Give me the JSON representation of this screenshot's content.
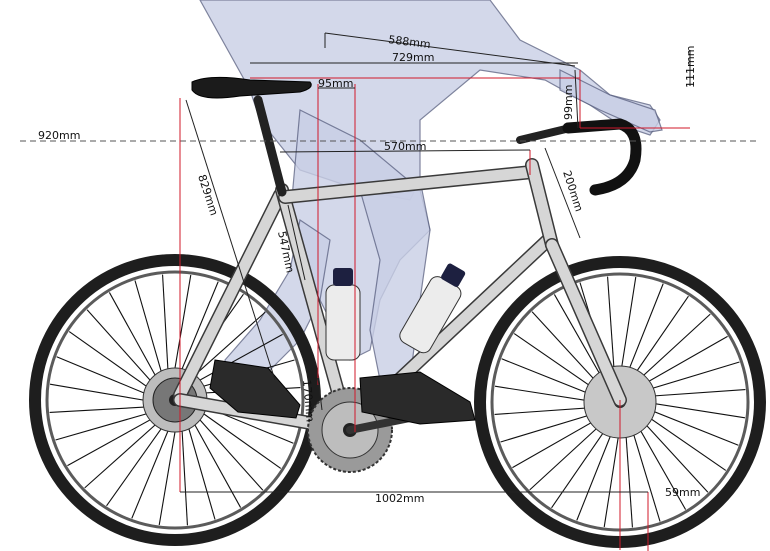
{
  "dimensions": {
    "seat_to_bar_reach": "588mm",
    "saddle_to_hood": "729mm",
    "saddle_setback": "95mm",
    "saddle_bar_drop": "111mm",
    "bar_reach": "99mm",
    "saddle_height_ground": "920mm",
    "effective_top_tube": "570mm",
    "saddle_height": "829mm",
    "head_tube": "200mm",
    "seat_tube": "547mm",
    "crank": "170mm",
    "wheelbase": "1002mm",
    "trail": "59mm"
  },
  "colors": {
    "frame": "#d6d6d6",
    "frame_outline": "#3a3a3a",
    "rider": "#c9cfe6",
    "guide_red": "#d0182a",
    "tire": "#1e1e1e"
  }
}
